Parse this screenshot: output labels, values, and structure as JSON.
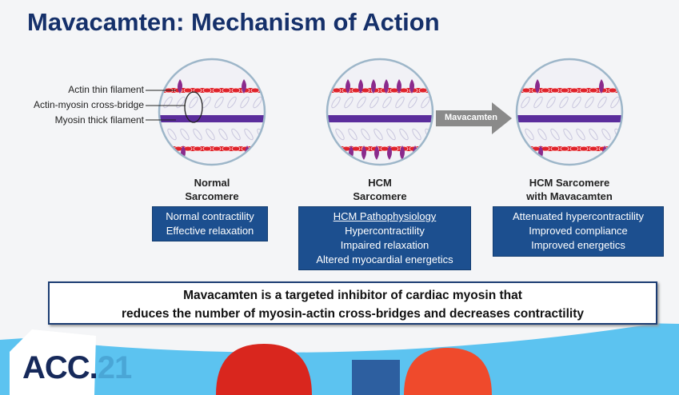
{
  "title": "Mavacamten: Mechanism of Action",
  "callouts": {
    "actin": "Actin thin filament",
    "crossbridge": "Actin-myosin cross-bridge",
    "myosin": "Myosin thick filament"
  },
  "panels": [
    {
      "caption_line1": "Normal",
      "caption_line2": "Sarcomere",
      "box": [
        "Normal contractility",
        "Effective relaxation"
      ]
    },
    {
      "caption_line1": "HCM",
      "caption_line2": "Sarcomere",
      "box_heading": "HCM Pathophysiology",
      "box": [
        "Hypercontractility",
        "Impaired relaxation",
        "Altered myocardial energetics"
      ]
    },
    {
      "caption_line1": "HCM Sarcomere",
      "caption_line2": "with Mavacamten",
      "box": [
        "Attenuated hypercontractility",
        "Improved compliance",
        "Improved energetics"
      ]
    }
  ],
  "arrow_label": "Mavacamten",
  "summary": {
    "line1": "Mavacamten is a targeted inhibitor of cardiac myosin that",
    "line2": "reduces the number of myosin-actin cross-bridges and decreases contractility"
  },
  "logo": {
    "main": "ACC.",
    "accent": "21"
  },
  "colors": {
    "title": "#15306a",
    "box": "#1c4f8f",
    "actin": "#e0232b",
    "myosin": "#5b2d9c",
    "band": "#5cc3f0"
  }
}
